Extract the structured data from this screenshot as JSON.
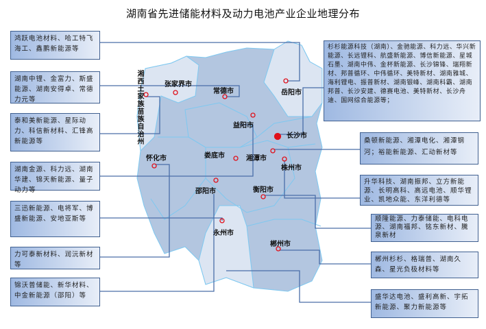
{
  "title": "湖南省先进储能材料及动力电池产业企业地理分布",
  "cities": {
    "zhangjiajie": "张家界市",
    "changde": "常德市",
    "yueyang": "岳阳市",
    "xiangxi": "湘西土家族苗族自治州",
    "yiyang": "益阳市",
    "changsha": "长沙市",
    "loudi": "娄底市",
    "xiangtan": "湘潭市",
    "zhuzhou": "株州市",
    "huaihua": "怀化市",
    "shaoyang": "邵阳市",
    "hengyang": "衡阳市",
    "yongzhou": "永州市",
    "chenzhou": "郴州市"
  },
  "boxes": {
    "zhangjiajie": "鸿跃电池材料、哈工特飞海工、鑫鹏新能源等",
    "changde": "湖南中锂、金富力、斯盛能源、湖南安得卓、常德力元等",
    "xiangxi": "泰和美新能源、星际动力、科信新材料、汇锋高新能源等",
    "yiyang": "湖南金源、科力远、湖南华建、锦天新能源、量子动力等",
    "loudi": "三迅新能源、电将军、博盛新能源、安地亚斯等",
    "huaihua": "力可泰新材料、润沅新材等",
    "shaoyang": "锦沃普储能、新华材料、中金新能源（邵阳）等",
    "changsha": "杉杉能源科技（湖南）、金驰能源、科力远、华兴新能源、长远锂科、航盛新能源、博信新能源、星城石墨、湖南中伟、金杯新能源、长沙锦锋、瑞翔新材、邦普循环、中伟循环、美特新材、湖南雅城、海利锂电、振普新材、湖南银峰、湖南科霸、湖南邦普、长沙安建、德赛电池、美特新材、长沙舟迪、国网综合能源等；",
    "xiangtan": "桑顿新能源、湘潭电化、湘潭钢河；裕能新能源、汇动新材等",
    "zhuzhou": "升华科技、湖南振邦、立方新能源、长明高科、高远电池、顺华锂业、凯地众能、东洋利德等",
    "hengyang": "顺隆能源、力泰储能、电科电源、湖南福邦、铭东新材、騰泉新材",
    "chenzhou": "郴州杉杉、格瑞普、湖南久森、星光负极材料等",
    "yongzhou": "盛华达电池、盛利高新、宇拓新能源、聚力新能源等"
  },
  "colors": {
    "line": "#4a6ea8",
    "region_dark": "#b3c6e0",
    "region_light": "#dce5f2",
    "border": "#7ec8f0",
    "marker": "#e0101a"
  }
}
